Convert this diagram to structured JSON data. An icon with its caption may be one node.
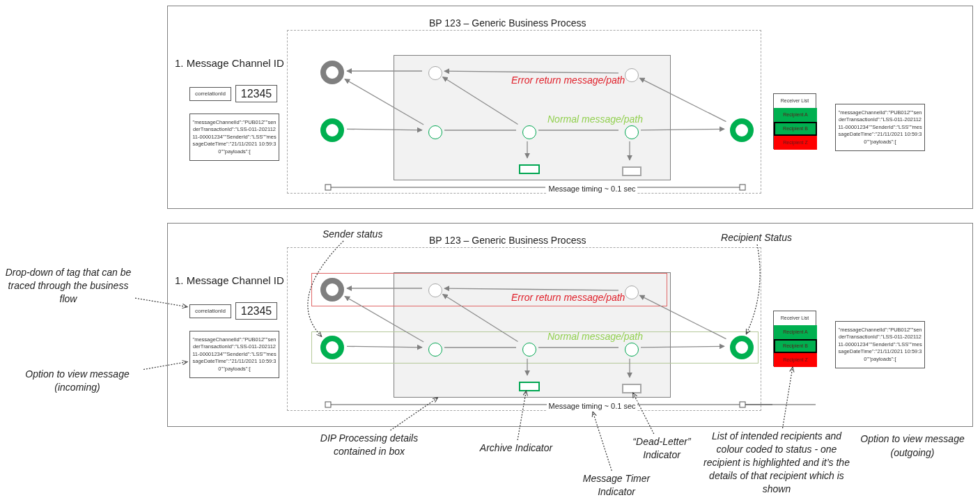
{
  "diagram": {
    "nodes": [
      {
        "text": [
          "BP 123 – Generic Business Process",
          "1. Message Channel ID"
        ]
      },
      {
        "text": [
          "correlationId"
        ],
        "in": 0
      },
      {
        "text": [
          "12345"
        ],
        "in": 0
      },
      {
        "text": [
          "\"messageChannelId\":\"PUB012\"\"senderTransactionId\":\"LSS-011-20211211-00001234\"\"SenderId\":\"LSS\"\"messageDateTime\":\"21/11/2021 10:59:30\"\"payloads\":["
        ],
        "in": 0
      },
      {
        "text": [],
        "shape": "box",
        "in": 0
      },
      {
        "text": [],
        "shape": "box",
        "in": 4
      },
      {
        "text": [],
        "shape": "circle",
        "in": 4
      },
      {
        "text": [],
        "shape": "circle",
        "in": 4
      },
      {
        "text": [],
        "shape": "circle",
        "in": 5
      },
      {
        "text": [],
        "shape": "circle",
        "in": 5
      },
      {
        "text": [],
        "shape": "circle",
        "in": 5
      },
      {
        "text": [],
        "shape": "circle",
        "in": 5
      },
      {
        "text": [],
        "shape": "circle",
        "in": 5
      },
      {
        "text": [],
        "shape": "box",
        "in": 5
      },
      {
        "text": [],
        "shape": "box",
        "in": 5
      },
      {
        "text": [],
        "shape": "circle",
        "in": 4
      },
      {
        "text": [
          "Message timing ~ 0.1 sec"
        ],
        "in": 4
      },
      {
        "text": [
          "Receiver List"
        ],
        "in": 0
      },
      {
        "text": [
          "Recipient A"
        ],
        "in": 17
      },
      {
        "text": [
          "Recipient B"
        ],
        "in": 17
      },
      {
        "text": [
          "Recipient Z"
        ],
        "in": 17
      },
      {
        "text": [
          "\"messageChannelId\":\"PUB012\"\"senderTransactionId\":\"LSS-011-20211211-00001234\"\"SenderId\":\"LSS\"\"messageDateTime\":\"21/11/2021 10:59:30\"\"payloads\":["
        ],
        "in": 0
      },
      {
        "text": [
          "BP 123 – Generic Business Process",
          "1. Message Channel ID"
        ]
      },
      {
        "text": [
          "correlationId"
        ],
        "in": 22
      },
      {
        "text": [
          "12345"
        ],
        "in": 22
      },
      {
        "text": [
          "\"messageChannelId\":\"PUB012\"\"senderTransactionId\":\"LSS-011-20211211-00001234\"\"SenderId\":\"LSS\"\"messageDateTime\":\"21/11/2021 10:59:30\"\"payloads\":["
        ],
        "in": 22
      },
      {
        "text": [],
        "shape": "box",
        "in": 22
      },
      {
        "text": [],
        "shape": "box",
        "in": 26
      },
      {
        "text": [],
        "shape": "circle",
        "in": 26
      },
      {
        "text": [],
        "shape": "circle",
        "in": 26
      },
      {
        "text": [],
        "shape": "circle",
        "in": 27
      },
      {
        "text": [],
        "shape": "circle",
        "in": 27
      },
      {
        "text": [],
        "shape": "circle",
        "in": 27
      },
      {
        "text": [],
        "shape": "circle",
        "in": 27
      },
      {
        "text": [],
        "shape": "circle",
        "in": 27
      },
      {
        "text": [],
        "shape": "box",
        "in": 27
      },
      {
        "text": [],
        "shape": "box",
        "in": 27
      },
      {
        "text": [],
        "shape": "circle",
        "in": 26
      },
      {
        "text": [
          "Message timing ~ 0.1 sec"
        ],
        "in": 26
      },
      {
        "text": [
          "Receiver List"
        ],
        "in": 22
      },
      {
        "text": [
          "Recipient A"
        ],
        "in": 39
      },
      {
        "text": [
          "Recipient B"
        ],
        "in": 39
      },
      {
        "text": [
          "Recipient Z"
        ],
        "in": 39
      },
      {
        "text": [
          "\"messageChannelId\":\"PUB012\"\"senderTransactionId\":\"LSS-011-20211211-00001234\"\"SenderId\":\"LSS\"\"messageDateTime\":\"21/11/2021 10:59:30\"\"payloads\":["
        ],
        "in": 22
      },
      {
        "text": [
          "Sender status"
        ],
        "in": 22
      },
      {
        "text": [
          "Recipient Status"
        ],
        "in": 22
      },
      {
        "text": [
          "Drop-down of tag that can be traced through the business flow"
        ]
      },
      {
        "text": [
          "Option to view message (incoming)"
        ]
      },
      {
        "text": [
          "DIP Processing details contained in box"
        ]
      },
      {
        "text": [
          "Archive Indicator"
        ]
      },
      {
        "text": [
          "Message Timer Indicator"
        ]
      },
      {
        "text": [
          "“Dead-Letter” Indicator"
        ]
      },
      {
        "text": [
          "List of intended recipients and colour coded to status - one recipient is highlighted and it’s the details of that recipient which is shown"
        ]
      }
    ],
    "edges": [
      {
        "from": 7,
        "to": 10,
        "arrow": "to"
      },
      {
        "from": 10,
        "to": 11,
        "arrow": "none"
      },
      {
        "from": 11,
        "to": 12,
        "arrow": "none"
      },
      {
        "from": 12,
        "to": 15,
        "arrow": "to"
      },
      {
        "from": 10,
        "to": 6,
        "arrow": "to"
      },
      {
        "from": 11,
        "to": 8,
        "arrow": "to"
      },
      {
        "from": 8,
        "to": 6,
        "arrow": "to"
      },
      {
        "from": 9,
        "to": 8,
        "arrow": "to"
      },
      {
        "from": 15,
        "to": 9,
        "arrow": "to"
      },
      {
        "from": 11,
        "to": 13,
        "arrow": "to"
      },
      {
        "from": 12,
        "to": 14,
        "arrow": "to"
      },
      {
        "from": 29,
        "to": 32,
        "arrow": "to"
      },
      {
        "from": 32,
        "to": 33,
        "arrow": "none"
      },
      {
        "from": 33,
        "to": 34,
        "arrow": "none"
      },
      {
        "from": 34,
        "to": 37,
        "arrow": "to"
      },
      {
        "from": 32,
        "to": 28,
        "arrow": "to"
      },
      {
        "from": 33,
        "to": 30,
        "arrow": "to"
      },
      {
        "from": 30,
        "to": 28,
        "arrow": "to"
      },
      {
        "from": 31,
        "to": 30,
        "arrow": "to"
      },
      {
        "from": 37,
        "to": 31,
        "arrow": "to"
      },
      {
        "from": 33,
        "to": 35,
        "arrow": "to"
      },
      {
        "from": 34,
        "to": 36,
        "arrow": "to"
      },
      {
        "from": 44,
        "to": 29,
        "arrow": "to",
        "style": "dashed"
      },
      {
        "from": 45,
        "to": 37,
        "arrow": "to",
        "style": "dashed"
      },
      {
        "from": 46,
        "to": 23,
        "arrow": "to",
        "style": "dashed"
      },
      {
        "from": 47,
        "to": 25,
        "arrow": "to",
        "style": "dashed"
      },
      {
        "from": 48,
        "to": 27,
        "arrow": "to",
        "style": "dashed"
      },
      {
        "from": 49,
        "to": 35,
        "arrow": "to",
        "style": "dashed"
      },
      {
        "from": 50,
        "to": 38,
        "arrow": "to",
        "style": "dashed"
      },
      {
        "from": 51,
        "to": 36,
        "arrow": "to",
        "style": "dashed"
      },
      {
        "from": 52,
        "to": 42,
        "arrow": "to",
        "style": "dashed"
      }
    ],
    "labels": [
      "Error return message/path",
      "Normal message/path",
      "Error return message/path",
      "Normal message/path",
      "Option to view message (outgoing)"
    ]
  }
}
